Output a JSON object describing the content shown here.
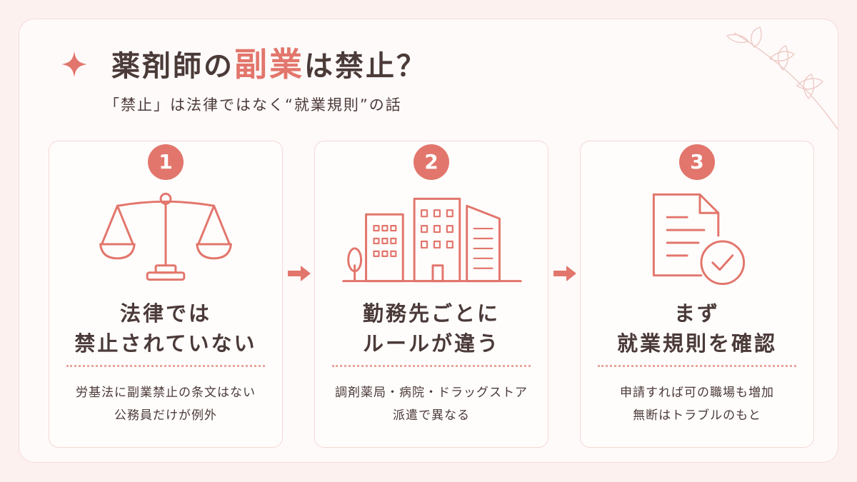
{
  "header": {
    "title_prefix": "薬剤師の",
    "title_accent": "副業",
    "title_suffix": "は禁止？",
    "subtitle": "「禁止」は法律ではなく“就業規則”の話"
  },
  "steps": [
    {
      "number": "1",
      "head_line1": "法律では",
      "head_line2": "禁止されていない",
      "note_line1": "労基法に副業禁止の条文はない",
      "note_line2": "公務員だけが例外",
      "icon": "scales-icon"
    },
    {
      "number": "2",
      "head_line1": "勤務先ごとに",
      "head_line2": "ルールが違う",
      "note_line1": "調剤薬局・病院・ドラッグストア",
      "note_line2": "派遣で異なる",
      "icon": "buildings-icon"
    },
    {
      "number": "3",
      "head_line1": "まず",
      "head_line2": "就業規則を確認",
      "note_line1": "申請すれば可の職場も増加",
      "note_line2": "無断はトラブルのもと",
      "icon": "document-check-icon"
    }
  ],
  "colors": {
    "accent": "#e2766c",
    "text": "#4a3a38",
    "background": "#fdf1f0"
  }
}
